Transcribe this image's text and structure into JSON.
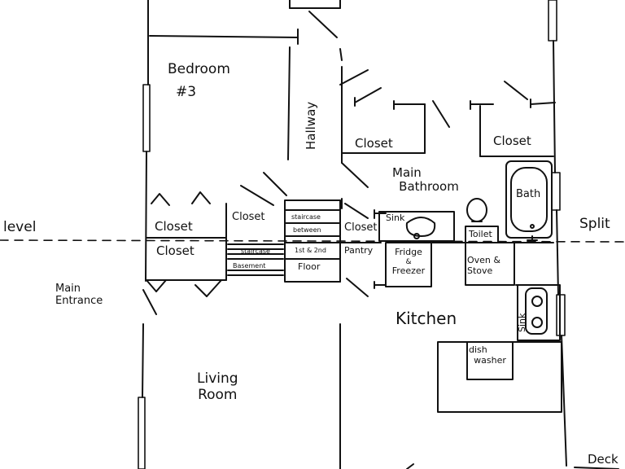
{
  "labels": {
    "bedroom_3": "Bedroom",
    "bedroom_3_number": "#3",
    "hallway": "Hallway",
    "closet_hall_left": "Closet",
    "closet_hall_right": "Closet",
    "main_bathroom_line1": "Main",
    "main_bathroom_line2": "Bathroom",
    "bath": "Bath",
    "toilet": "Toilet",
    "sink_bathroom": "Sink",
    "level": "level",
    "split": "Split",
    "closet_upper_left": "Closet",
    "closet_lower_left": "Closet",
    "closet_stair": "Closet",
    "closet_center": "Closet",
    "staircase_line1": "staircase",
    "staircase_line2": "between",
    "stair_floors": "1st & 2nd",
    "stair_floor": "Floor",
    "stair_to_basement_1": "staircase",
    "stair_to_basement_2": "Basement",
    "pantry": "Pantry",
    "fridge_line1": "Fridge",
    "fridge_line2": "&",
    "fridge_line3": "Freezer",
    "oven_line1": "Oven &",
    "oven_line2": "Stove",
    "kitchen": "Kitchen",
    "sink_kitchen": "Sink",
    "dishwasher_line1": "dish",
    "dishwasher_line2": "washer",
    "main_entrance_line1": "Main",
    "main_entrance_line2": "Entrance",
    "living_room_line1": "Living",
    "living_room_line2": "Room",
    "deck": "Deck"
  },
  "style": {
    "ink_color": "#111111",
    "background": "#ffffff"
  }
}
